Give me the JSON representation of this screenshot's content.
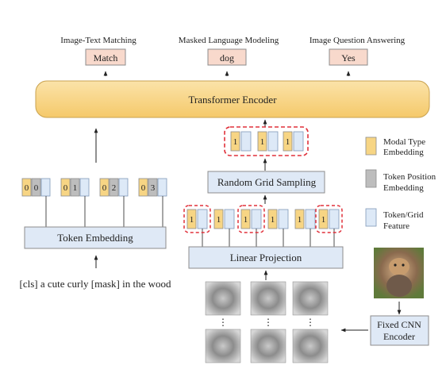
{
  "heads": [
    {
      "title": "Image-Text Matching",
      "output": "Match"
    },
    {
      "title": "Masked Language Modeling",
      "output": "dog"
    },
    {
      "title": "Image Question Answering",
      "output": "Yes"
    }
  ],
  "transformer_label": "Transformer Encoder",
  "random_grid_label": "Random Grid Sampling",
  "linear_projection_label": "Linear Projection",
  "token_embedding_label": "Token Embedding",
  "input_text": "[cls] a cute curly [mask] in the wood",
  "cnn_label_line1": "Fixed CNN",
  "cnn_label_line2": "Encoder",
  "legend": [
    {
      "label_line1": "Modal Type",
      "label_line2": "Embedding",
      "color": "#f7d584"
    },
    {
      "label_line1": "Token Position",
      "label_line2": "Embedding",
      "color": "#bdbdbd"
    },
    {
      "label_line1": "Token/Grid",
      "label_line2": "Feature",
      "color": "#dde9f7"
    }
  ],
  "text_tokens": [
    {
      "type": "0",
      "pos": "0"
    },
    {
      "type": "0",
      "pos": "1"
    },
    {
      "type": "0",
      "pos": "2"
    },
    {
      "type": "0",
      "pos": "3"
    }
  ],
  "grid_token_type": "1",
  "sampled_token_count": 3,
  "grid_tokens_selected": [
    true,
    false,
    true,
    false,
    false,
    true
  ],
  "ellipsis": "⋮",
  "colors": {
    "modal_type": "#f7d584",
    "position": "#bdbdbd",
    "feature": "#dde9f7",
    "feature_border": "#7f98b8",
    "box_fill": "#dfe9f6",
    "transformer_fill": "#f8d68a",
    "head_fill": "#f8d9cc",
    "dashed": "#e0303a"
  }
}
